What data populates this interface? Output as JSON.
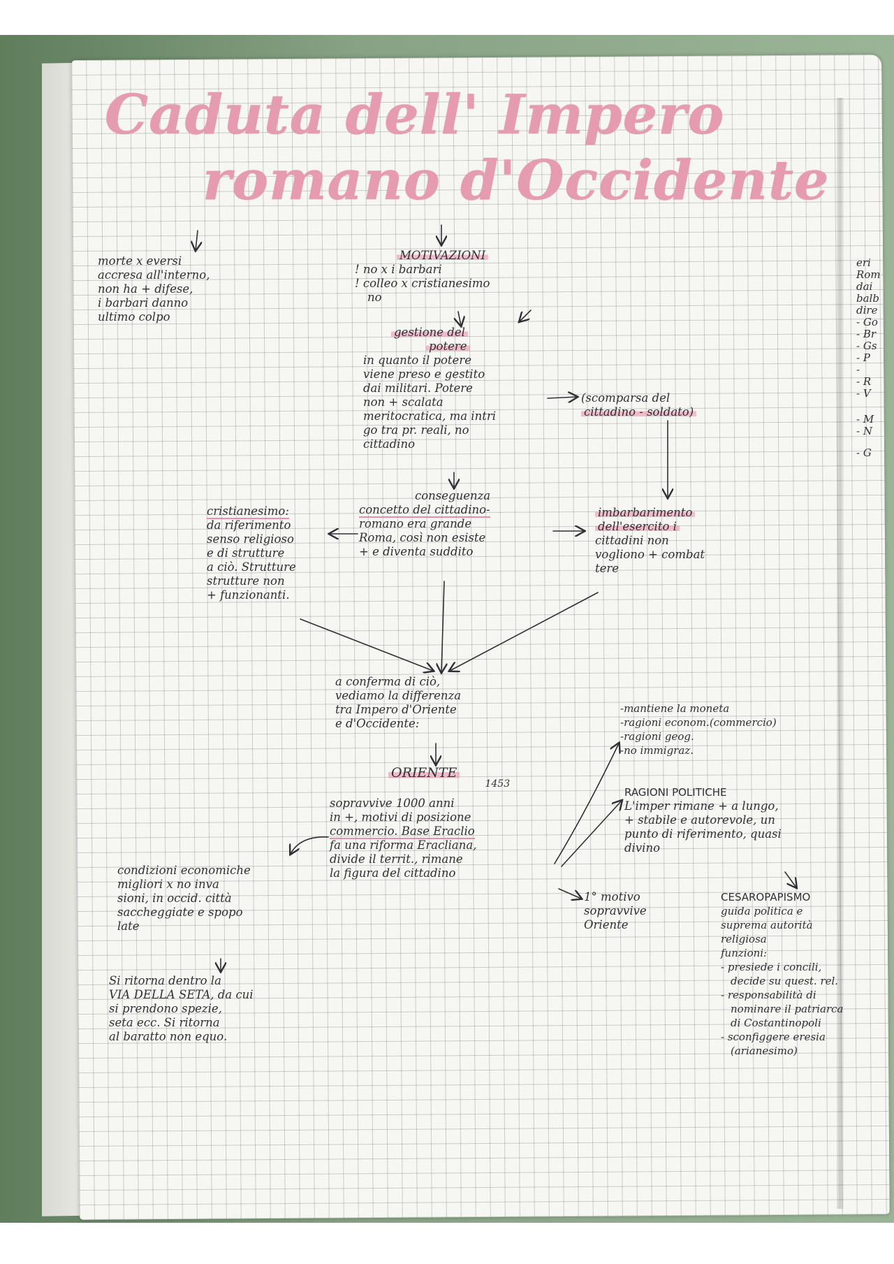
{
  "title": {
    "line1": "Caduta dell' Impero",
    "line2": "romano d'Occidente"
  },
  "left_note": [
    "morte x eversi",
    "accresa all'interno,",
    "non ha + difese,",
    "i barbari danno",
    "ultimo colpo"
  ],
  "motivazioni": {
    "heading": "MOTIVAZIONI",
    "items": [
      "! no x i barbari",
      "! colleo x cristianesimo",
      "no"
    ]
  },
  "gestione": {
    "heading_line1": "gestione del",
    "heading_line2": "potere",
    "body": [
      "in quanto il potere",
      "viene preso e gestito",
      "dai militari. Potere",
      "non + scalata",
      "meritocratica, ma intri",
      "go tra pr. reali, no",
      "cittadino"
    ]
  },
  "scomparsa": [
    "(scomparsa del",
    "cittadino - soldato)"
  ],
  "conseguenza": [
    "conseguenza",
    "concetto del cittadino-",
    "romano era grande",
    "Roma, così non esiste",
    "+ e diventa suddito"
  ],
  "cristianesimo": [
    "cristianesimo:",
    "da riferimento",
    "senso religioso",
    "e di strutture",
    "a ciò. Strutture",
    "strutture non",
    "+ funzionanti."
  ],
  "imbarbarimento": [
    "imbarbarimento",
    "dell'esercito i",
    "cittadini non",
    "vogliono + combat",
    "tere"
  ],
  "conferma": [
    "a conferma di ciò,",
    "vediamo la differenza",
    "tra Impero d'Oriente",
    "e d'Occidente:"
  ],
  "oriente": {
    "label": "ORIENTE",
    "year": "1453",
    "body": [
      "sopravvive 1000 anni",
      "in +, motivi di posizione",
      "commercio. Base Eraclio",
      "fa una riforma Eracliana,",
      "divide il territ., rimane",
      "la figura del cittadino"
    ]
  },
  "economiche": [
    "condizioni economiche",
    "migliori x no inva",
    "sioni, in occid. città",
    "saccheggiate e spopo",
    "late"
  ],
  "via_della_seta": [
    "Si ritorna dentro la",
    "VIA DELLA SETA, da cui",
    "si prendono spezie,",
    "seta ecc. Si ritorna",
    "al baratto non equo."
  ],
  "ragioni_list": [
    "-mantiene la moneta",
    "-ragioni econom.(commercio)",
    "-ragioni geog.",
    "-no immigraz."
  ],
  "ragioni_politiche": {
    "heading": "RAGIONI POLITICHE",
    "body": [
      "L'imper rimane + a lungo,",
      "+ stabile e autorevole, un",
      "punto di riferimento, quasi",
      "divino"
    ]
  },
  "primo_motivo": [
    "1° motivo",
    "sopravvive",
    "Oriente"
  ],
  "cesaropapismo": {
    "heading": "CESAROPAPISMO",
    "body": [
      "guida politica e",
      "suprema autorità",
      "religiosa",
      "funzioni:"
    ],
    "items": [
      "- presiede i concili,",
      "decide su quest. rel.",
      "- responsabilità di",
      "nominare il patriarca",
      "di Costantinopoli",
      "- sconfiggere eresia",
      "(arianesimo)"
    ]
  },
  "right_margin": [
    "eri",
    "Rom",
    "dai",
    "balb",
    "dire",
    "- Go",
    "- Br",
    "- Gs",
    "- P",
    "-",
    "- R",
    "- V",
    "- M",
    "- N",
    "- G"
  ],
  "colors": {
    "highlight": "#ec8caa",
    "ink": "#2f3035",
    "grid": "#5a5f64"
  }
}
